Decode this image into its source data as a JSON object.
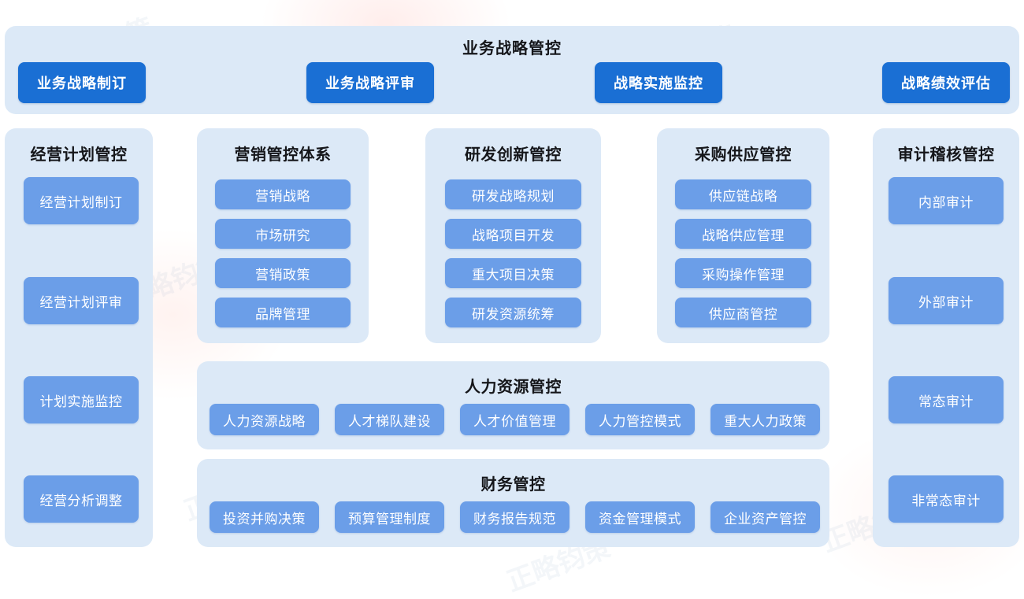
{
  "colors": {
    "page_bg": "#ffffff",
    "panel_bg": "#dce9f7",
    "primary_button": "#1a6fd4",
    "secondary_tile": "#6b9ee8",
    "title_text": "#15161a",
    "tile_text": "#ffffff"
  },
  "watermark_text": "正略钧策",
  "top_band": {
    "title": "业务战略管控",
    "buttons": [
      {
        "label": "业务战略制订"
      },
      {
        "label": "业务战略评审"
      },
      {
        "label": "战略实施监控"
      },
      {
        "label": "战略绩效评估"
      }
    ]
  },
  "left_column": {
    "title": "经营计划管控",
    "items": [
      {
        "label": "经营计划制订"
      },
      {
        "label": "经营计划评审"
      },
      {
        "label": "计划实施监控"
      },
      {
        "label": "经营分析调整"
      }
    ]
  },
  "center_cards": [
    {
      "title": "营销管控体系",
      "items": [
        {
          "label": "营销战略"
        },
        {
          "label": "市场研究"
        },
        {
          "label": "营销政策"
        },
        {
          "label": "品牌管理"
        }
      ]
    },
    {
      "title": "研发创新管控",
      "items": [
        {
          "label": "研发战略规划"
        },
        {
          "label": "战略项目开发"
        },
        {
          "label": "重大项目决策"
        },
        {
          "label": "研发资源统筹"
        }
      ]
    },
    {
      "title": "采购供应管控",
      "items": [
        {
          "label": "供应链战略"
        },
        {
          "label": "战略供应管理"
        },
        {
          "label": "采购操作管理"
        },
        {
          "label": "供应商管控"
        }
      ]
    }
  ],
  "wide_rows": [
    {
      "title": "人力资源管控",
      "items": [
        {
          "label": "人力资源战略"
        },
        {
          "label": "人才梯队建设"
        },
        {
          "label": "人才价值管理"
        },
        {
          "label": "人力管控模式"
        },
        {
          "label": "重大人力政策"
        }
      ]
    },
    {
      "title": "财务管控",
      "items": [
        {
          "label": "投资并购决策"
        },
        {
          "label": "预算管理制度"
        },
        {
          "label": "财务报告规范"
        },
        {
          "label": "资金管理模式"
        },
        {
          "label": "企业资产管控"
        }
      ]
    }
  ],
  "right_column": {
    "title": "审计稽核管控",
    "items": [
      {
        "label": "内部审计"
      },
      {
        "label": "外部审计"
      },
      {
        "label": "常态审计"
      },
      {
        "label": "非常态审计"
      }
    ]
  }
}
